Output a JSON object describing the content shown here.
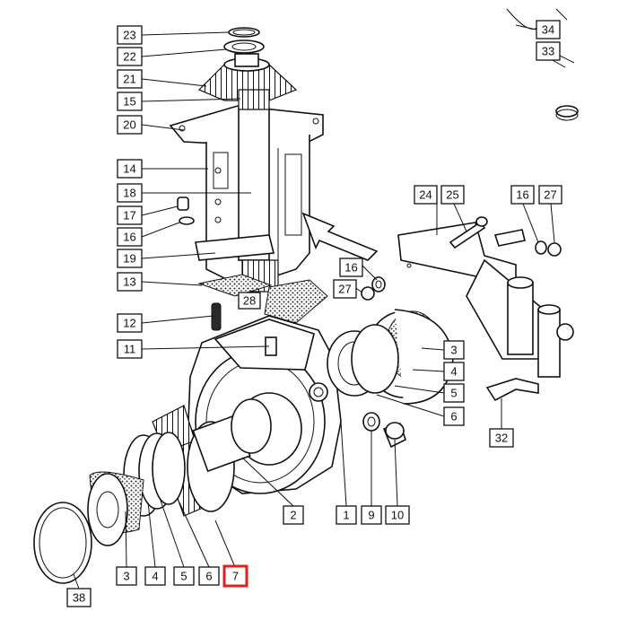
{
  "diagram": {
    "highlight_color": "#e0201b",
    "highlighted_label": "7",
    "callouts": [
      {
        "id": "c23",
        "label": "23"
      },
      {
        "id": "c22",
        "label": "22"
      },
      {
        "id": "c21",
        "label": "21"
      },
      {
        "id": "c15",
        "label": "15"
      },
      {
        "id": "c20",
        "label": "20"
      },
      {
        "id": "c14",
        "label": "14"
      },
      {
        "id": "c18",
        "label": "18"
      },
      {
        "id": "c17",
        "label": "17"
      },
      {
        "id": "c16a",
        "label": "16"
      },
      {
        "id": "c19",
        "label": "19"
      },
      {
        "id": "c13",
        "label": "13"
      },
      {
        "id": "c12",
        "label": "12"
      },
      {
        "id": "c11",
        "label": "11"
      },
      {
        "id": "c24",
        "label": "24"
      },
      {
        "id": "c25",
        "label": "25"
      },
      {
        "id": "c16b",
        "label": "16"
      },
      {
        "id": "c27a",
        "label": "27"
      },
      {
        "id": "c16c",
        "label": "16"
      },
      {
        "id": "c27b",
        "label": "27"
      },
      {
        "id": "c34",
        "label": "34"
      },
      {
        "id": "c33",
        "label": "33"
      },
      {
        "id": "c3a",
        "label": "3"
      },
      {
        "id": "c4a",
        "label": "4"
      },
      {
        "id": "c5a",
        "label": "5"
      },
      {
        "id": "c6a",
        "label": "6"
      },
      {
        "id": "c32",
        "label": "32"
      },
      {
        "id": "c2",
        "label": "2"
      },
      {
        "id": "c1",
        "label": "1"
      },
      {
        "id": "c9",
        "label": "9"
      },
      {
        "id": "c10",
        "label": "10"
      },
      {
        "id": "c3b",
        "label": "3"
      },
      {
        "id": "c4b",
        "label": "4"
      },
      {
        "id": "c5b",
        "label": "5"
      },
      {
        "id": "c6b",
        "label": "6"
      },
      {
        "id": "c7",
        "label": "7"
      },
      {
        "id": "c38",
        "label": "38"
      },
      {
        "id": "c28",
        "label": "28"
      }
    ]
  }
}
